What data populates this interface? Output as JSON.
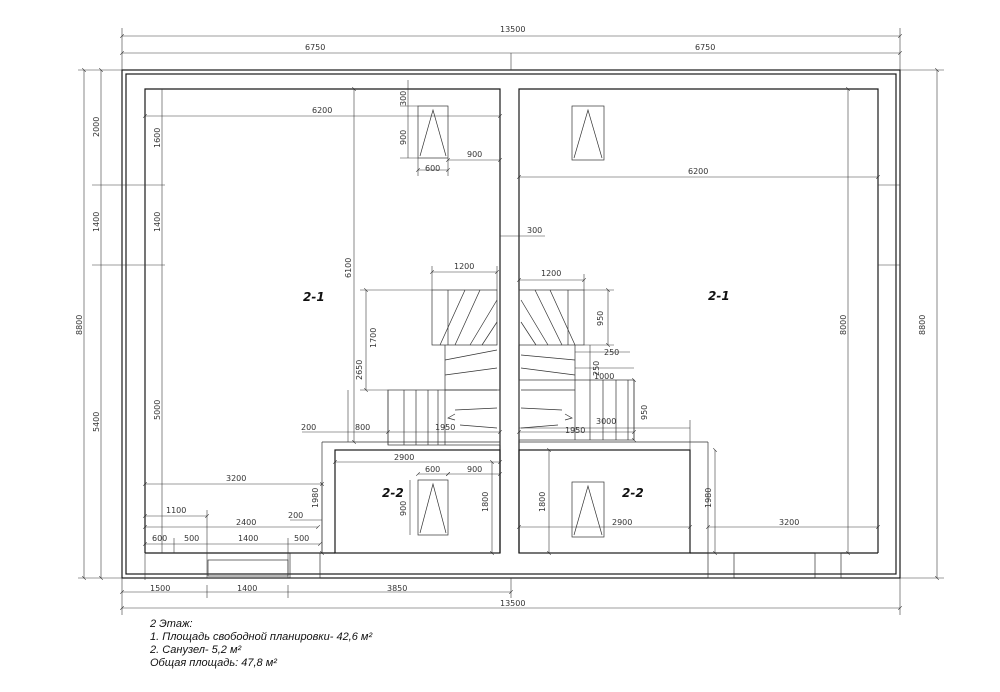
{
  "dimensions": {
    "total_width": "13500",
    "half_width": "6750",
    "total_height": "8800",
    "room_width": "6200",
    "stair_width": "1200",
    "stair_run": "1950",
    "bath_width": "2900",
    "bath_depth": "1800",
    "window": "600",
    "window_h": "900",
    "offset_900": "900",
    "offset_300": "300",
    "d_1600": "1600",
    "d_1400": "1400",
    "d_2000": "2000",
    "d_5400": "5400",
    "d_6100": "6100",
    "d_5000": "5000",
    "d_2650": "2650",
    "d_1700": "1700",
    "d_950": "950",
    "d_250": "250",
    "d_1000": "1000",
    "d_3000": "3000",
    "d_8000": "8000",
    "d_200": "200",
    "d_800": "800",
    "d_3200": "3200",
    "d_1980": "1980",
    "d_1100": "1100",
    "d_2400": "2400",
    "d_500": "500",
    "d_1500": "1500",
    "d_3850": "3850"
  },
  "rooms": {
    "living_left": "2-1",
    "living_right": "2-1",
    "bath_left": "2-2",
    "bath_right": "2-2"
  },
  "notes": {
    "floor": "2 Этаж:",
    "item1": "1. Площадь свободной планировки- 42,6 м²",
    "item2": "2. Санузел- 5,2 м²",
    "total": "Общая площадь: 47,8 м²"
  }
}
